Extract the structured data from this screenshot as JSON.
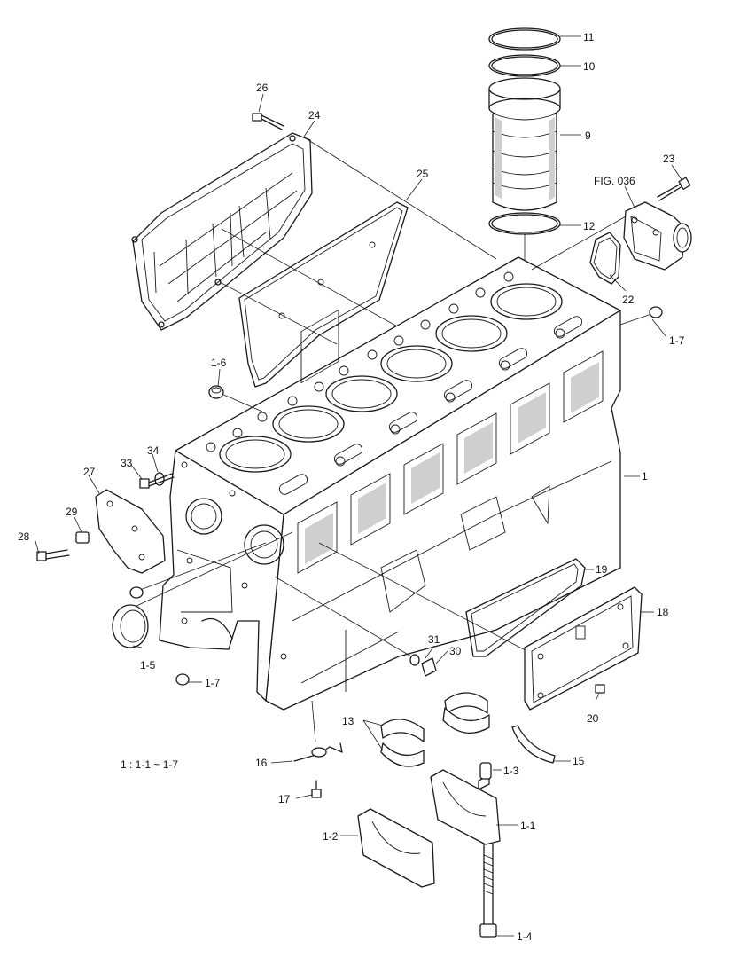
{
  "figure_ref": "FIG. 036",
  "legend_note": "1 : 1-1 ~ 1-7",
  "callouts": {
    "c1": "1",
    "c1_1": "1-1",
    "c1_2": "1-2",
    "c1_3": "1-3",
    "c1_4": "1-4",
    "c1_5": "1-5",
    "c1_6": "1-6",
    "c1_7a": "1-7",
    "c1_7b": "1-7",
    "c9": "9",
    "c10": "10",
    "c11": "11",
    "c12": "12",
    "c13": "13",
    "c15": "15",
    "c16": "16",
    "c17": "17",
    "c18": "18",
    "c19": "19",
    "c20": "20",
    "c22": "22",
    "c23": "23",
    "c24": "24",
    "c25": "25",
    "c26": "26",
    "c27": "27",
    "c28": "28",
    "c29": "29",
    "c30": "30",
    "c31": "31",
    "c33": "33",
    "c34": "34"
  }
}
